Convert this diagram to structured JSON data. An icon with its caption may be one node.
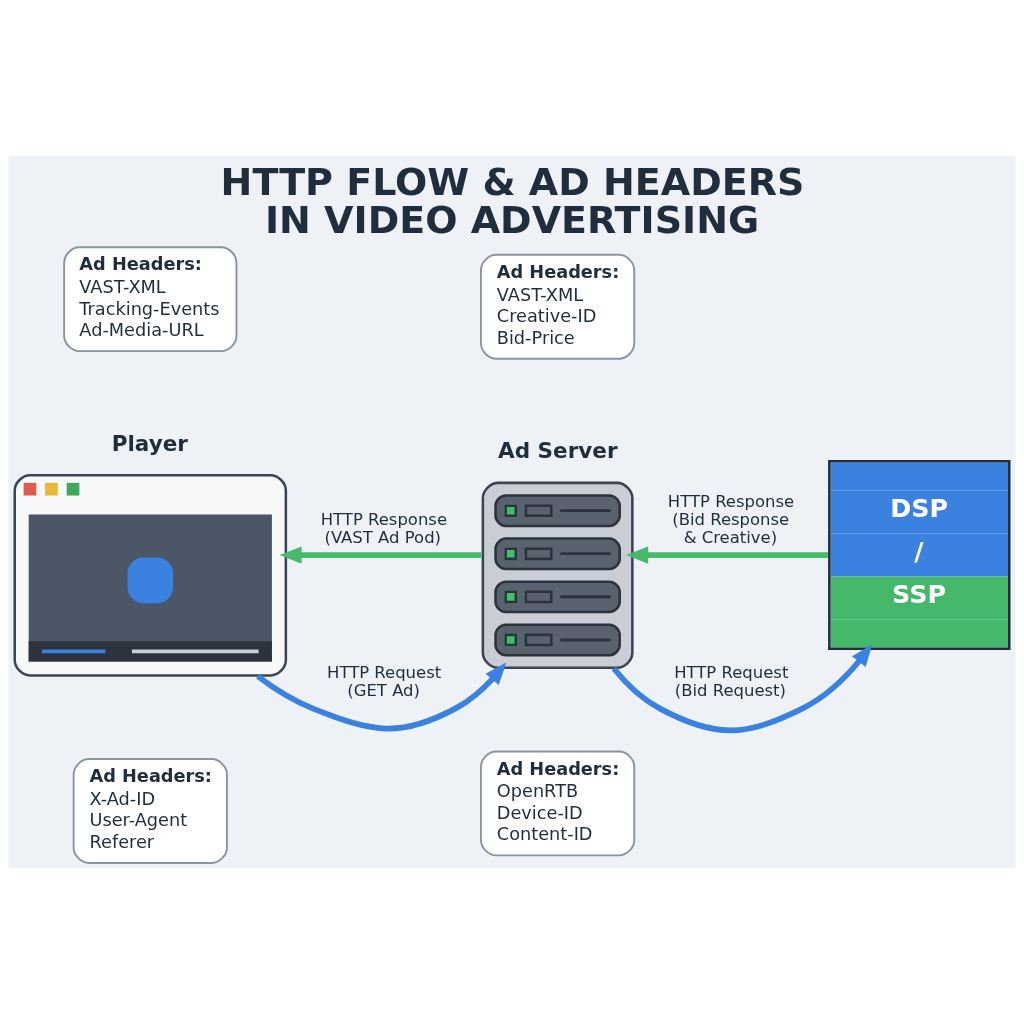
{
  "diagram": {
    "title": "HTTP FLOW & AD HEADERS IN VIDEO ADVERTISING",
    "nodes": [
      {
        "text": [
          "Ad Headers:",
          "X-Ad-ID",
          "User-Agent",
          "Referer"
        ]
      },
      {
        "text": [
          "Ad Headers:",
          "OpenRTB",
          "Device-ID",
          "Content-ID"
        ]
      },
      {
        "text": [
          "Player"
        ]
      },
      {
        "text": [
          "Ad Server"
        ]
      },
      {
        "text": [
          "DSP",
          "/",
          "SSP"
        ]
      },
      {
        "text": [
          "Ad Headers:",
          "VAST-XML",
          "Tracking-Events",
          "Ad-Media-URL"
        ]
      },
      {
        "text": [
          "Ad Headers:",
          "VAST-XML",
          "Creative-ID",
          "Bid-Price"
        ]
      }
    ],
    "edges": [
      {
        "from": 2,
        "to": 3,
        "arrow": "to",
        "label": "HTTP Request (GET Ad)",
        "color": "#3b82e0"
      },
      {
        "from": 3,
        "to": 4,
        "arrow": "to",
        "label": "HTTP Request (Bid Request)",
        "color": "#3b82e0"
      },
      {
        "from": 3,
        "to": 2,
        "arrow": "to",
        "label": "HTTP Response (VAST Ad Pod)",
        "color": "#47b96b"
      },
      {
        "from": 4,
        "to": 3,
        "arrow": "to",
        "label": "HTTP Response (Bid Response & Creative)",
        "color": "#47b96b"
      }
    ]
  }
}
